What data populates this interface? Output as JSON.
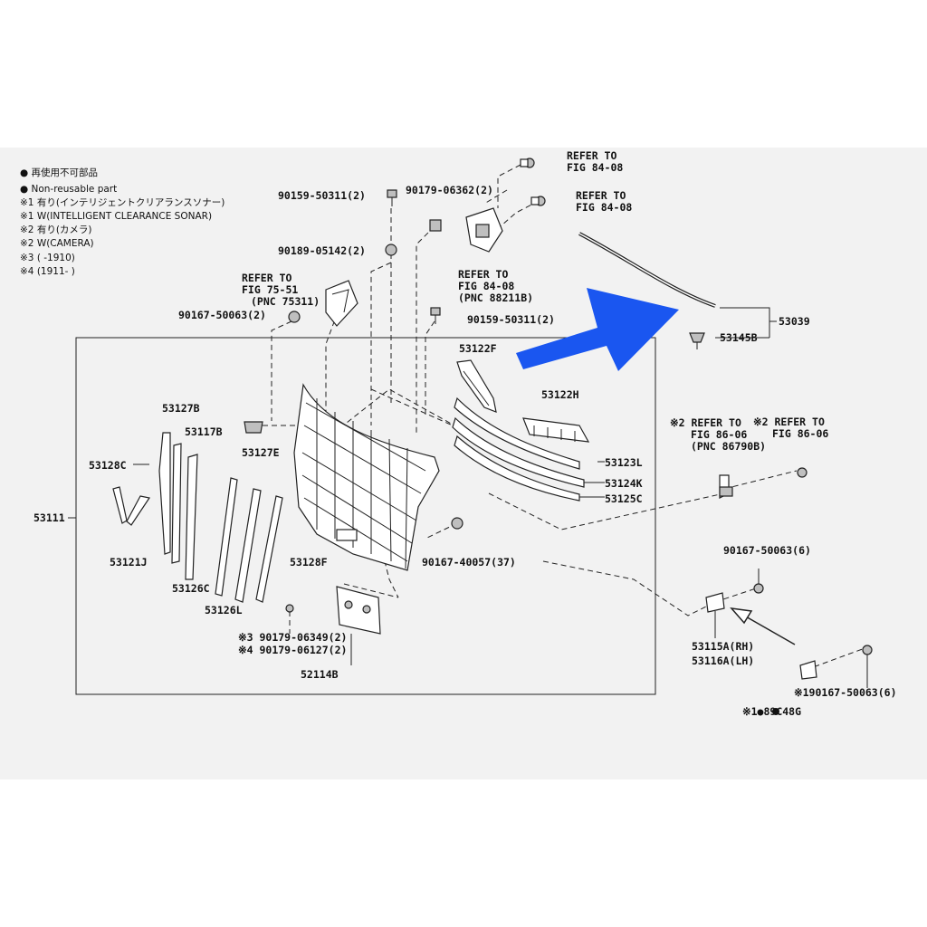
{
  "legend": [
    "● 再使用不可部品",
    "● Non-reusable part",
    "※1 有り(インテリジェントクリアランスソナー)",
    "※1 W(INTELLIGENT CLEARANCE SONAR)",
    "※2 有り(カメラ)",
    "※2 W(CAMERA)",
    "※3 (      -1910)",
    "※4 (1911-      )"
  ],
  "labels": {
    "refer_top1_a": "REFER TO",
    "refer_top1_b": "FIG 84-08",
    "refer_top2_a": "REFER TO",
    "refer_top2_b": "FIG 84-08",
    "p90159_top": "90159-50311(2)",
    "p90179_06362": "90179-06362(2)",
    "p90189": "90189-05142(2)",
    "refer_mid_a": "REFER TO",
    "refer_mid_b": "FIG 84-08",
    "refer_mid_c": "(PNC 88211B)",
    "refer_7551_a": "REFER TO",
    "refer_7551_b": "FIG 75-51",
    "refer_7551_c": "(PNC 75311)",
    "p90167_left": "90167-50063(2)",
    "p90159_mid": "90159-50311(2)",
    "p53039": "53039",
    "p53145b": "53145B",
    "p53122f": "53122F",
    "p53122h": "53122H",
    "p53127b": "53127B",
    "p53117b": "53117B",
    "p53127e": "53127E",
    "p53128c": "53128C",
    "p53111": "53111",
    "p53123l": "53123L",
    "p53124k": "53124K",
    "p53125c": "53125C",
    "refer_866_1a": "※2 REFER TO",
    "refer_866_1b": "FIG 86-06",
    "refer_866_1c": "(PNC 86790B)",
    "refer_866_2a": "※2 REFER TO",
    "refer_866_2b": "FIG 86-06",
    "p53121j": "53121J",
    "p90167_40057": "90167-40057(37)",
    "p53128f": "53128F",
    "p90167_right": "90167-50063(6)",
    "p53126c": "53126C",
    "p53126l": "53126L",
    "p90179_06349": "※3 90179-06349(2)",
    "p90179_06127": "※4 90179-06127(2)",
    "p52114b": "52114B",
    "p53115a": "53115A(RH)",
    "p53116a": "53116A(LH)",
    "p190167": "※190167-50063(6)",
    "p89c48g": "※1●89C48G"
  },
  "colors": {
    "highlight_arrow": "#1a56f0",
    "line": "#222222",
    "frame_bg": "#f2f2f2"
  }
}
